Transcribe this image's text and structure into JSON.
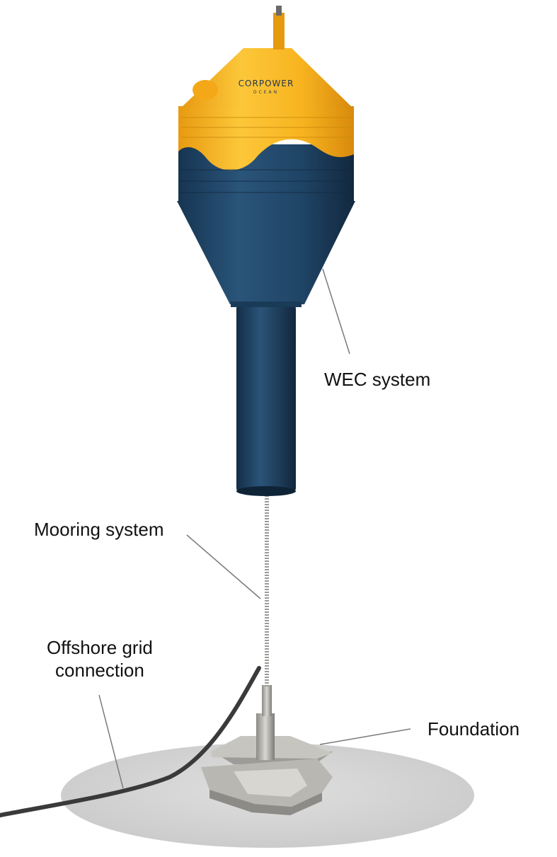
{
  "labels": {
    "wec_system": "WEC system",
    "mooring_system": "Mooring system",
    "offshore_grid_line1": "Offshore grid",
    "offshore_grid_line2": "connection",
    "foundation": "Foundation"
  },
  "buoy_logo": {
    "name": "CORPOWER",
    "sub": "OCEAN"
  },
  "colors": {
    "hull_yellow": "#f7b51e",
    "hull_navy": "#1f4465",
    "seabed": "#d6d7d6",
    "cable": "#3a3a3a",
    "leader_line": "#7a7a7a"
  }
}
